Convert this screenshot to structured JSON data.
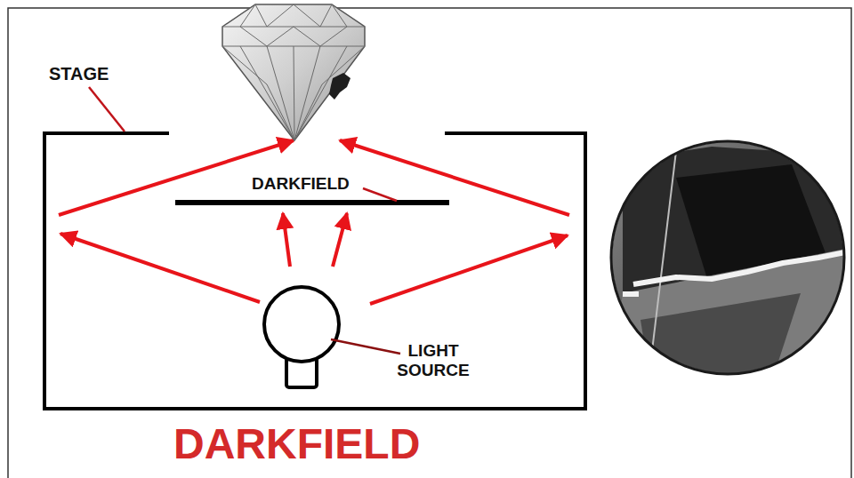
{
  "diagram": {
    "title": "DARKFIELD",
    "labels": [
      "STAGE",
      "DARKFIELD",
      "LIGHT SOURCE"
    ]
  }
}
